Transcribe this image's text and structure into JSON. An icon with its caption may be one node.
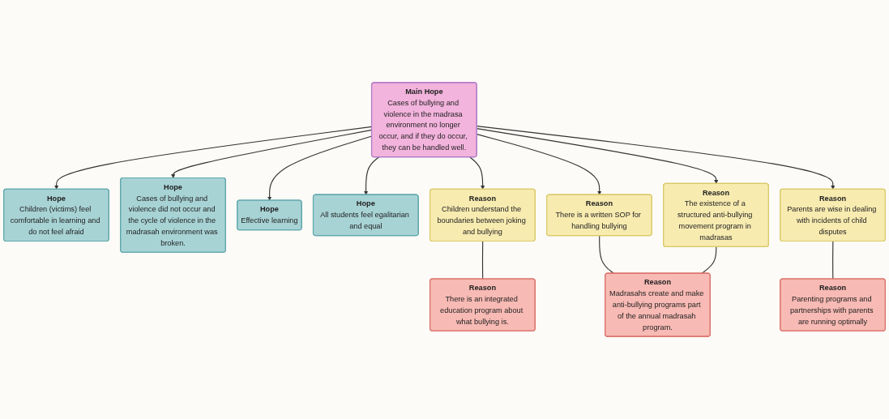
{
  "diagram": {
    "nodes": [
      {
        "text": [
          "Hope",
          "Children (victims) feel comfortable in learning and do not feel afraid"
        ]
      },
      {
        "text": [
          "Hope",
          "Cases of bullying and violence did not occur and the cycle of violence in the madrasah environment was broken."
        ]
      },
      {
        "text": [
          "Hope",
          "Effective learning"
        ]
      },
      {
        "text": [
          "Hope",
          "All students feel egalitarian and equal"
        ]
      },
      {
        "text": [
          "Main Hope",
          "Cases of bullying and violence in the madrasa environment no longer occur, and if they do occur, they can be handled well."
        ]
      },
      {
        "text": [
          "Reason",
          "Children understand the boundaries between joking and bullying"
        ]
      },
      {
        "text": [
          "Reason",
          "There is a written SOP for handling bullying"
        ]
      },
      {
        "text": [
          "Reason",
          "The existence of a structured anti-bullying movement program in madrasas"
        ]
      },
      {
        "text": [
          "Reason",
          "Parents are wise in dealing with incidents of child disputes"
        ]
      },
      {
        "text": [
          "Reason",
          "There is an integrated education program about what bullying is."
        ]
      },
      {
        "text": [
          "Reason",
          "Madrasahs create and make anti-bullying programs part of the annual madrasah program."
        ]
      },
      {
        "text": [
          "Reason",
          "Parenting programs and partnerships with parents are running optimally"
        ]
      }
    ],
    "edges": [
      {
        "from": 4,
        "to": 0,
        "arrow": "to"
      },
      {
        "from": 4,
        "to": 1,
        "arrow": "to"
      },
      {
        "from": 4,
        "to": 2,
        "arrow": "to"
      },
      {
        "from": 4,
        "to": 3,
        "arrow": "to"
      },
      {
        "from": 4,
        "to": 5,
        "arrow": "to"
      },
      {
        "from": 4,
        "to": 6,
        "arrow": "to"
      },
      {
        "from": 4,
        "to": 7,
        "arrow": "to"
      },
      {
        "from": 4,
        "to": 8,
        "arrow": "to"
      },
      {
        "from": 5,
        "to": 9,
        "arrow": "none"
      },
      {
        "from": 6,
        "to": 10,
        "arrow": "none"
      },
      {
        "from": 7,
        "to": 10,
        "arrow": "none"
      },
      {
        "from": 8,
        "to": 11,
        "arrow": "none"
      }
    ]
  }
}
